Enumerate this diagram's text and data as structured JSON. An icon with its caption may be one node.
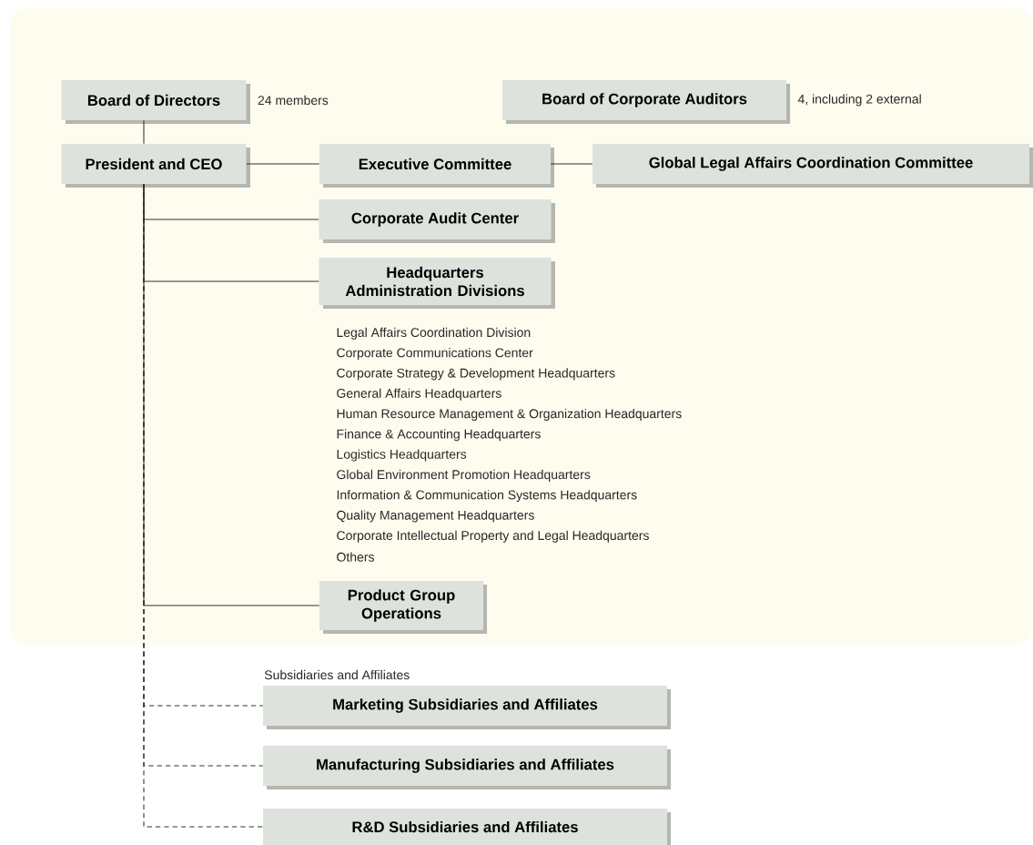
{
  "diagram": {
    "nodes": [
      {
        "text": [],
        "shape": "box"
      },
      {
        "text": [
          "Board of Directors"
        ],
        "beside": [
          "24 members"
        ],
        "in": 0
      },
      {
        "text": [
          "Board of Corporate Auditors"
        ],
        "beside": [
          "4, including 2 external"
        ],
        "in": 0
      },
      {
        "text": [
          "President and CEO"
        ],
        "in": 0
      },
      {
        "text": [
          "Executive Committee"
        ],
        "in": 0
      },
      {
        "text": [
          "Global Legal Affairs Coordination Committee"
        ],
        "in": 0
      },
      {
        "text": [
          "Corporate Audit Center"
        ],
        "in": 0
      },
      {
        "text": [
          "Headquarters Administration Divisions"
        ],
        "beside": [
          "Legal Affairs Coordination Division",
          "Corporate Communications Center",
          "Corporate Strategy & Development Headquarters",
          "General Affairs Headquarters",
          "Human Resource Management & Organization Headquarters",
          "Finance & Accounting Headquarters",
          "Logistics Headquarters",
          "Global Environment Promotion Headquarters",
          "Information & Communication Systems Headquarters",
          "Quality Management Headquarters",
          "Corporate Intellectual Property and Legal Headquarters",
          "Others"
        ],
        "in": 0
      },
      {
        "text": [
          "Product Group Operations"
        ],
        "in": 0
      },
      {
        "text": [
          "Marketing Subsidiaries and Affiliates"
        ]
      },
      {
        "text": [
          "Manufacturing Subsidiaries and Affiliates"
        ]
      },
      {
        "text": [
          "R&D Subsidiaries and Affiliates"
        ]
      }
    ],
    "edges": [
      {
        "from": 1,
        "to": 3,
        "arrow": "none"
      },
      {
        "from": 3,
        "to": 4,
        "arrow": "none"
      },
      {
        "from": 4,
        "to": 5,
        "arrow": "none"
      },
      {
        "from": 3,
        "to": 6,
        "arrow": "none"
      },
      {
        "from": 3,
        "to": 7,
        "arrow": "none"
      },
      {
        "from": 3,
        "to": 8,
        "arrow": "none"
      },
      {
        "from": 3,
        "to": 9,
        "arrow": "none",
        "style": "dashed"
      },
      {
        "from": 3,
        "to": 10,
        "arrow": "none",
        "style": "dashed"
      },
      {
        "from": 3,
        "to": 11,
        "arrow": "none",
        "style": "dashed"
      }
    ],
    "labels": [
      "Subsidiaries and Affiliates"
    ]
  }
}
